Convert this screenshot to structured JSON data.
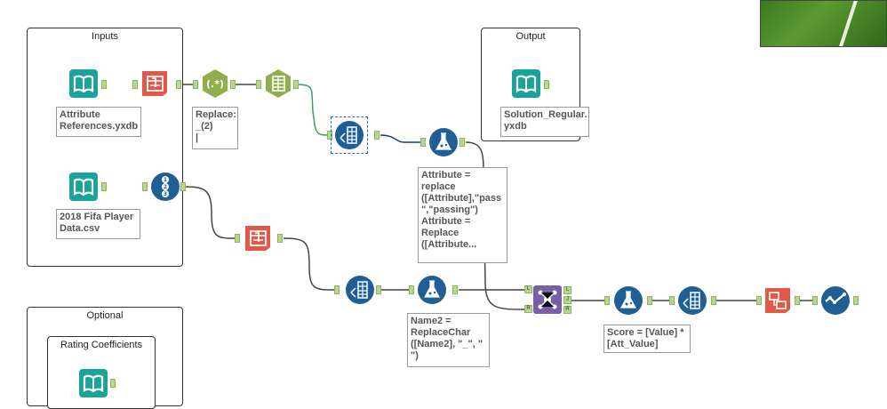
{
  "containers": {
    "inputs": "Inputs",
    "output": "Output",
    "optional": "Optional",
    "rating": "Rating Coefficients"
  },
  "annotations": {
    "attr_input": "Attribute\nReferences.yxdb",
    "fifa_input": "2018 Fifa Player\nData.csv",
    "regex": "Replace:\n_(2)\n|",
    "output_file": "Solution_Regular.\nyxdb",
    "formula1": "Attribute =\nreplace\n([Attribute],\"pass\n\",\"passing\")\nAttribute =\nReplace\n([Attribute...",
    "formula2": "Name2 =\nReplaceChar\n([Name2], \"_\", \"\n\")",
    "formula3": "Score = [Value] *\n[Att_Value]"
  },
  "join_labels": {
    "left": "L",
    "join": "J",
    "right": "R"
  },
  "colors": {
    "teal": "#1aa39a",
    "red": "#e2594a",
    "olive": "#8fae4c",
    "navy": "#1f5f95",
    "purple": "#7a5fa8",
    "anchor": "#b7d88c"
  },
  "icons": {
    "input": "book-icon",
    "select": "select-icon",
    "regex": "regex-icon",
    "text_to_columns": "text-to-columns-icon",
    "transpose": "transpose-icon",
    "formula": "flask-icon",
    "record_id": "record-id-icon",
    "join": "join-icon",
    "summarize": "summarize-icon",
    "browse": "check-icon"
  }
}
